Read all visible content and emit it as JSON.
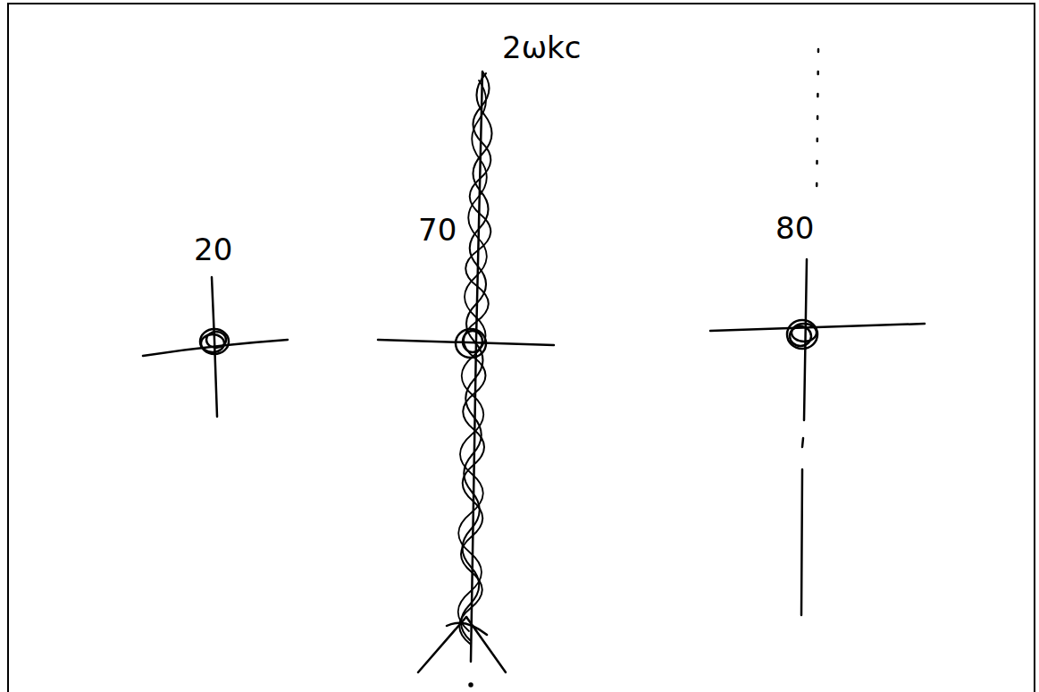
{
  "diagram": {
    "labels": [
      "20",
      "2ωkc",
      "70",
      "80"
    ]
  }
}
